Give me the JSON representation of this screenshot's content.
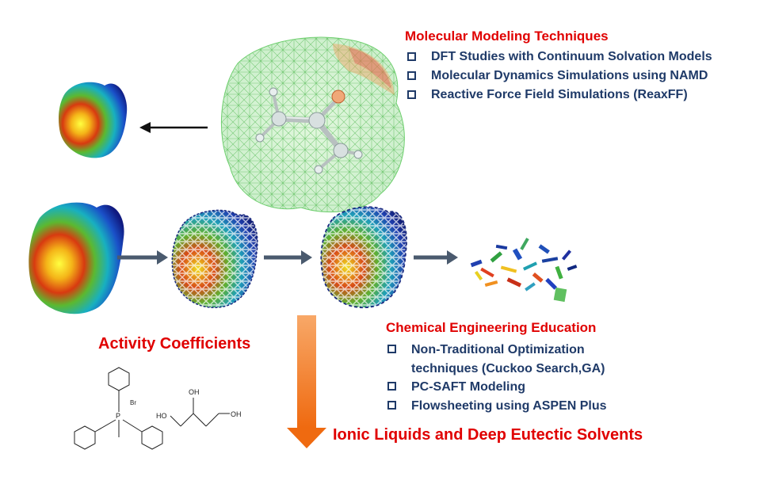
{
  "modeling": {
    "heading": "Molecular Modeling Techniques",
    "items": [
      "DFT Studies with Continuum Solvation Models",
      "Molecular Dynamics Simulations using NAMD",
      "Reactive Force Field Simulations (ReaxFF)"
    ]
  },
  "education": {
    "heading": "Chemical Engineering Education",
    "items": [
      "Non-Traditional Optimization",
      "techniques (Cuckoo Search,GA)",
      "PC-SAFT Modeling",
      "Flowsheeting using ASPEN Plus"
    ]
  },
  "labels": {
    "activity": "Activity Coefficients",
    "ionic": "Ionic Liquids and Deep Eutectic Solvents"
  },
  "structure_labels": {
    "phosphorus": "P",
    "bromide": "Br",
    "oh_top": "OH",
    "ho_left": "HO",
    "oh_right": "OH"
  },
  "colors": {
    "heading": "#e00000",
    "bullet_text": "#1f3a68",
    "flow_arrow": "#4a5a6e",
    "big_arrow": "#f07e1c"
  }
}
